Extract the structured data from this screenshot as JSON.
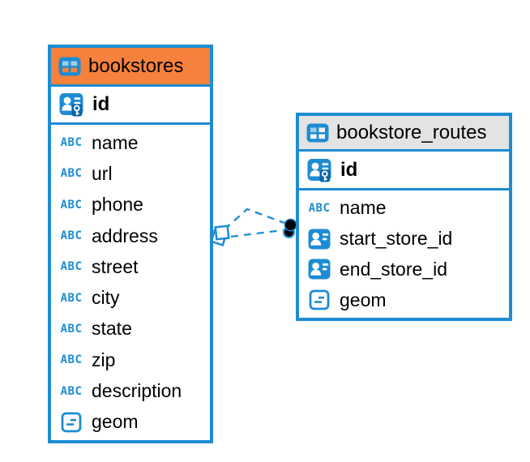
{
  "colors": {
    "accent_blue": "#1d8cd3",
    "pk_badge_blue": "#0b66ab",
    "icon_cell_light_blue": "#9ccdec",
    "bookstores_header_bg": "#f5813c",
    "routes_header_bg": "#e3e3e3",
    "relationship_line": "#1d8cd3",
    "dot_marker_fill": "#000000",
    "text": "#000000"
  },
  "icons": {
    "text_type_glyph": "ABC",
    "table_icon": "table-icon",
    "primary_key_icon": "primary-key-icon",
    "reference_icon": "foreign-key-icon",
    "object_icon": "object-type-icon"
  },
  "tables": [
    {
      "name": "bookstores",
      "header_icon": "table-icon",
      "columns": [
        {
          "name": "id",
          "icon": "primary-key-icon"
        },
        {
          "name": "name",
          "icon": "text-type-icon"
        },
        {
          "name": "url",
          "icon": "text-type-icon"
        },
        {
          "name": "phone",
          "icon": "text-type-icon"
        },
        {
          "name": "address",
          "icon": "text-type-icon"
        },
        {
          "name": "street",
          "icon": "text-type-icon"
        },
        {
          "name": "city",
          "icon": "text-type-icon"
        },
        {
          "name": "state",
          "icon": "text-type-icon"
        },
        {
          "name": "zip",
          "icon": "text-type-icon"
        },
        {
          "name": "description",
          "icon": "text-type-icon"
        },
        {
          "name": "geom",
          "icon": "object-type-icon"
        }
      ]
    },
    {
      "name": "bookstore_routes",
      "header_icon": "table-icon",
      "columns": [
        {
          "name": "id",
          "icon": "primary-key-icon"
        },
        {
          "name": "name",
          "icon": "text-type-icon"
        },
        {
          "name": "start_store_id",
          "icon": "foreign-key-icon"
        },
        {
          "name": "end_store_id",
          "icon": "foreign-key-icon"
        },
        {
          "name": "geom",
          "icon": "object-type-icon"
        }
      ]
    }
  ],
  "relationships": {
    "style": "dashed",
    "count": 2,
    "left_end_marker": "diamond-marker",
    "right_end_marker": "dot-marker"
  }
}
